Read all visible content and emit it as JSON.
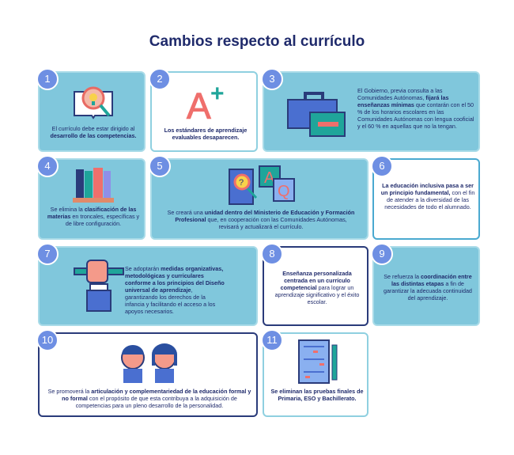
{
  "title": "Cambios respecto al currículo",
  "cards": [
    {
      "num": "1",
      "icon": "book-magnifier-icon",
      "text": [
        {
          "t": "El currículo debe estar dirigido al ",
          "b": false
        },
        {
          "t": "desarrollo de las competencias.",
          "b": true
        }
      ]
    },
    {
      "num": "2",
      "icon": "a-plus-grade-icon",
      "grade": "A",
      "plus": "+",
      "text": [
        {
          "t": "Los estándares de aprendizaje evaluables desaparecen.",
          "b": true
        }
      ]
    },
    {
      "num": "3",
      "icon": "briefcase-icon",
      "text": [
        {
          "t": "El Gobierno, previa consulta a las Comunidades Autónomas, ",
          "b": false
        },
        {
          "t": "fijará las enseñanzas mínimas",
          "b": true
        },
        {
          "t": " que contarán con el 50 % de los horarios escolares en las Comunidades Autónomas con lengua cooficial y el 60 % en aquellas que no la tengan.",
          "b": false
        }
      ]
    },
    {
      "num": "4",
      "icon": "books-shelf-icon",
      "text": [
        {
          "t": "Se elimina la ",
          "b": false
        },
        {
          "t": "clasificación de las materias",
          "b": true
        },
        {
          "t": " en troncales, específicas y de libre configuración.",
          "b": false
        }
      ]
    },
    {
      "num": "5",
      "icon": "questions-answers-icon",
      "text": [
        {
          "t": "Se creará una ",
          "b": false
        },
        {
          "t": "unidad dentro del Ministerio de Educación y Formación Profesional",
          "b": true
        },
        {
          "t": " que, en cooperación con las Comunidades Autónomas, revisará y actualizará el currículo.",
          "b": false
        }
      ]
    },
    {
      "num": "6",
      "text": [
        {
          "t": "La educación inclusiva pasa a ser un principio fundamental,",
          "b": true
        },
        {
          "t": " con el fin de atender a la diversidad de las necesidades de todo el alumnado.",
          "b": false
        }
      ]
    },
    {
      "num": "7",
      "icon": "hand-pencil-icon",
      "text": [
        {
          "t": "Se adoptarán ",
          "b": false
        },
        {
          "t": "medidas organizativas, metodológicas y curriculares conforme a los principios del Diseño universal de aprendizaje",
          "b": true
        },
        {
          "t": ", garantizando los derechos de la infancia y facilitando el acceso a los apoyos necesarios.",
          "b": false
        }
      ]
    },
    {
      "num": "8",
      "text": [
        {
          "t": "Enseñanza personalizada centrada en un currículo competencial",
          "b": true
        },
        {
          "t": " para lograr un aprendizaje significativo y el éxito escolar.",
          "b": false
        }
      ]
    },
    {
      "num": "9",
      "text": [
        {
          "t": "Se refuerza la ",
          "b": false
        },
        {
          "t": "coordinación entre las distintas etapas",
          "b": true
        },
        {
          "t": " a fin de garantizar la adecuada continuidad del aprendizaje.",
          "b": false
        }
      ]
    },
    {
      "num": "10",
      "icon": "students-icon",
      "text": [
        {
          "t": "Se promoverá la ",
          "b": false
        },
        {
          "t": "articulación y complementariedad de la educación formal y no formal",
          "b": true
        },
        {
          "t": " con el propósito de que esta contribuya a la adquisición de competencias para un pleno desarrollo de la personalidad.",
          "b": false
        }
      ]
    },
    {
      "num": "11",
      "icon": "exam-sheet-icon",
      "text": [
        {
          "t": "Se eliminan las pruebas finales de Primaria, ESO y Bachillerato.",
          "b": true
        }
      ]
    }
  ],
  "colors": {
    "title": "#1f2a6b",
    "card": "#80c7dc",
    "badge": "#6e8fe3",
    "accent": "#ef6f6c",
    "teal": "#1fa59a"
  }
}
